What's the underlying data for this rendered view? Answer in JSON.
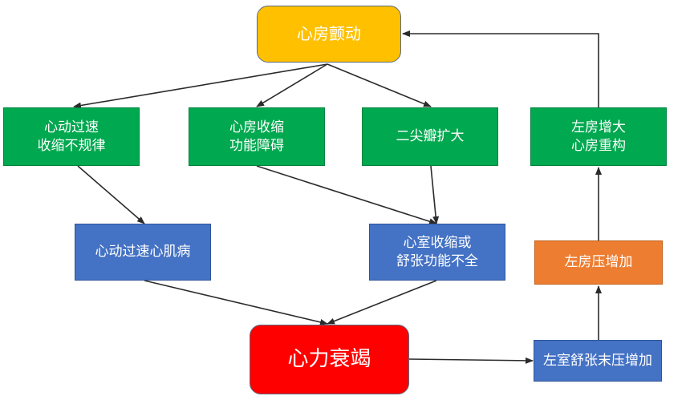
{
  "nodes": {
    "atrial_fib": "心房颤动",
    "rapid_irregular": "心动过速\n收缩不规律",
    "atrial_dysfunction": "心房收缩\n功能障碍",
    "mitral_dilation": "二尖瓣扩大",
    "la_enlargement": "左房增大\n心房重构",
    "tachy_cardiomyopathy": "心动过速心肌病",
    "ventricular_dysfunction": "心室收缩或\n舒张功能不全",
    "la_pressure": "左房压增加",
    "heart_failure": "心力衰竭",
    "lvedp": "左室舒张末压增加"
  },
  "colors": {
    "top": "#ffc000",
    "mechanism": "#00a84f",
    "disease": "#4472c4",
    "pressure": "#ed7d31",
    "outcome": "#ff0000"
  }
}
